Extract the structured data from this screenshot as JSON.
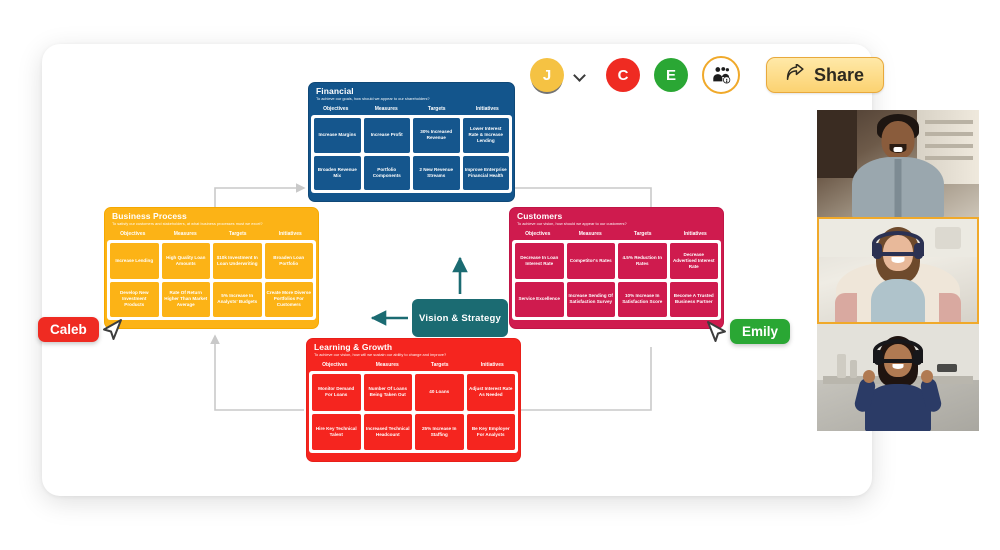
{
  "toolbar": {
    "avatars": [
      {
        "name": "avatar-j",
        "initial": "J",
        "color": "#f5c243"
      },
      {
        "name": "avatar-c",
        "initial": "C",
        "color": "#ef2b22"
      },
      {
        "name": "avatar-e",
        "initial": "E",
        "color": "#2aa734"
      }
    ],
    "chevron_icon": "chevron-down-icon",
    "people_icon": "people-group-info-icon",
    "share_label": "Share",
    "share_icon": "share-arrow-icon"
  },
  "video_call": {
    "tiles": [
      {
        "name": "video-tile-1",
        "label": "",
        "active": false
      },
      {
        "name": "video-tile-2",
        "label": "",
        "active": true
      },
      {
        "name": "video-tile-3",
        "label": "",
        "active": false
      }
    ],
    "active_border_color": "#f0a92a"
  },
  "cursors": [
    {
      "name": "cursor-caleb",
      "label": "Caleb",
      "color": "#ef2b22",
      "side": "left"
    },
    {
      "name": "cursor-emily",
      "label": "Emily",
      "color": "#2aa734",
      "side": "right"
    }
  ],
  "diagram": {
    "center": {
      "label": "Vision & Strategy",
      "color": "#1b6b72"
    },
    "columns": [
      "Objectives",
      "Measures",
      "Targets",
      "Initiatives"
    ],
    "panels": [
      {
        "key": "financial",
        "title": "Financial",
        "subtitle": "To achieve our goals, how should we appear to our shareholders?",
        "color": "#13558c",
        "cells": [
          "Increase Margins",
          "Increase Profit",
          "30% Increased Revenue",
          "Lower Interest Rate & Increase Lending",
          "Broaden Revenue Mix",
          "Portfolio Components",
          "2 New Revenue Streams",
          "Improve Enterprise Financial Health"
        ]
      },
      {
        "key": "business_process",
        "title": "Business Process",
        "subtitle": "To satisfy our customers and stakeholders, at what business processes must we excel?",
        "color": "#fcb316",
        "cells": [
          "Increase Lending",
          "High Quality Loan Amounts",
          "$10k Investment In Loan Underwriting",
          "Broaden Loan Portfolio",
          "Develop New Investment Products",
          "Rate Of Return Higher Than Market Average",
          "5% Increase In Analysts' Budgets",
          "Create More Diverse Portfolios For Customers"
        ]
      },
      {
        "key": "customers",
        "title": "Customers",
        "subtitle": "To achieve our vision, how should we appear to our customers?",
        "color": "#cf1b4e",
        "cells": [
          "Decrease In Loan Interest Rate",
          "Competitor's Rates",
          "4.5% Reduction In Rates",
          "Decrease Advertised Interest Rate",
          "Service Excellence",
          "Increase Sending Of Satisfaction Survey",
          "10% Increase In Satisfaction Score",
          "Become A Trusted Business Partner"
        ]
      },
      {
        "key": "learning_growth",
        "title": "Learning & Growth",
        "subtitle": "To achieve our vision, how will we sustain our ability to change and improve?",
        "color": "#f5251f",
        "cells": [
          "Monitor Demand For Loans",
          "Number Of Loans Being Taken Out",
          "40 Loans",
          "Adjust Interest Rate As Needed",
          "Hire Key Technical Talent",
          "Increased Technical Headcount",
          "25% Increase In Staffing",
          "Be Key Employer For Analysts"
        ]
      }
    ]
  }
}
